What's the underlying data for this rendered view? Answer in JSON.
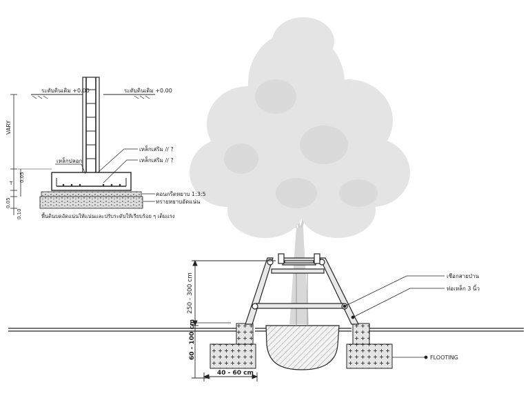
{
  "left_detail": {
    "ground_label_left": "ระดับดินเดิม +0.00",
    "ground_label_right": "ระดับดินเดิม +0.00",
    "vary_label": "VARY",
    "rebar_label_1": "เหล็กเสริม // ?",
    "rebar_label_2": "เหล็กเสริม // ?",
    "footing_label": "เหล็กปลอก",
    "t_label": "T",
    "dim_005_top": "0.05",
    "dim_005_bottom": "0.05",
    "dim_010": "0.10",
    "lean_concrete_label": "คอนกรีตหยาบ 1:3:5",
    "sand_label": "ทรายหยาบอัดแน่น",
    "soil_note": "พื้นดินบดอัดแน่นให้แน่นและปรับระดับให้เรียบร้อย ๆ เต็มแรง"
  },
  "main_detail": {
    "height_dim": "250 - 300 cm",
    "depth_dim": "60 - 100 cm",
    "width_dim": "40 - 60 cm",
    "label_rope": "เชือกสายป่าน",
    "label_pipe": "ท่อเหล็ก 3 นิ้ว",
    "label_footing": "FLOOTING"
  },
  "colors": {
    "line": "#222222",
    "hatch": "#555555",
    "tree": "#bdbdbd"
  }
}
